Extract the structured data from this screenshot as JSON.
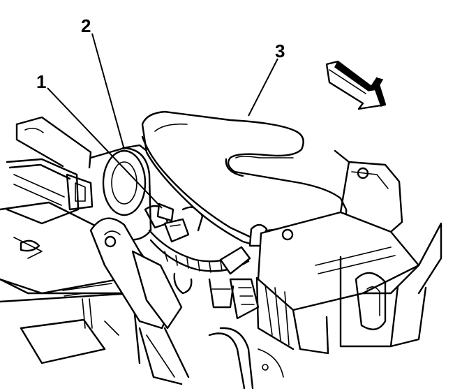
{
  "callouts": [
    {
      "number": "1"
    },
    {
      "number": "2"
    },
    {
      "number": "3"
    }
  ],
  "icons": {
    "direction_arrow": "front-of-vehicle-arrow-icon"
  },
  "colors": {
    "ink": "#000000",
    "paper": "#ffffff"
  }
}
